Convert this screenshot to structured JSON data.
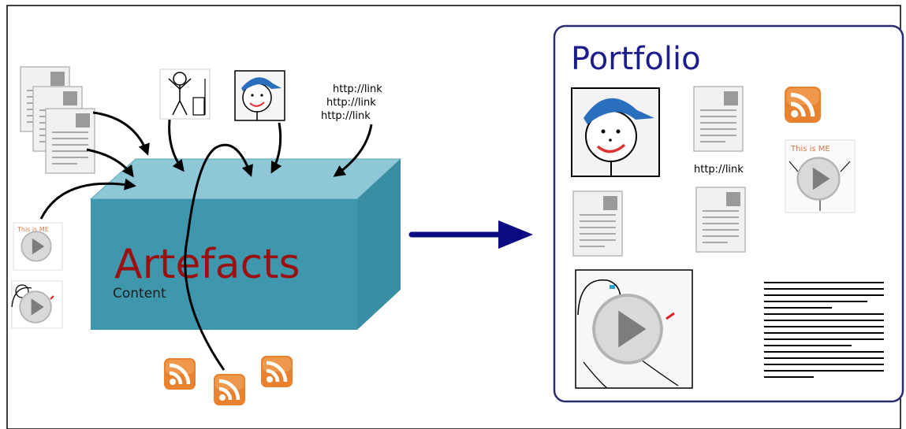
{
  "artefacts": {
    "title": "Artefacts",
    "subtitle": "Content",
    "links": [
      "http://link",
      "http://link",
      "http://link"
    ]
  },
  "portfolio": {
    "title": "Portfolio",
    "link": "http://link",
    "video_caption": "This is ME"
  },
  "small_video_caption": "This is ME",
  "colors": {
    "box_front": "#3e97ad",
    "box_top": "#8ec8d6",
    "box_side": "#3a8ea3",
    "title_red": "#9b1111",
    "portfolio_title": "#1c1c8c",
    "arrow_blue": "#0b0b82",
    "rss_orange": "#e9822e",
    "frame_border": "#2a2a6e"
  },
  "icons": [
    "document-icon",
    "stick-figure-icon",
    "smiley-avatar-icon",
    "video-play-icon",
    "rss-icon",
    "text-lines-icon"
  ]
}
